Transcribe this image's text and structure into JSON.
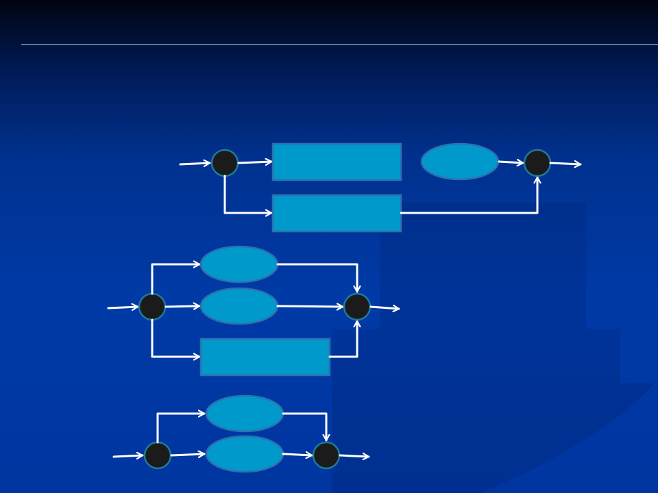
{
  "slide": {
    "title": "",
    "accent_color": "#0099cc",
    "node_color": "#1b1b1b"
  },
  "diagrams": [
    {
      "id": "diagram-1",
      "split_node": "node",
      "branches": [
        "rectangle",
        "rectangle",
        "ellipse"
      ],
      "join_node": "node"
    },
    {
      "id": "diagram-2",
      "split_node": "node",
      "branches": [
        "ellipse",
        "ellipse",
        "rectangle"
      ],
      "join_node": "node"
    },
    {
      "id": "diagram-3",
      "split_node": "node",
      "branches": [
        "ellipse",
        "ellipse"
      ],
      "join_node": "node"
    }
  ]
}
